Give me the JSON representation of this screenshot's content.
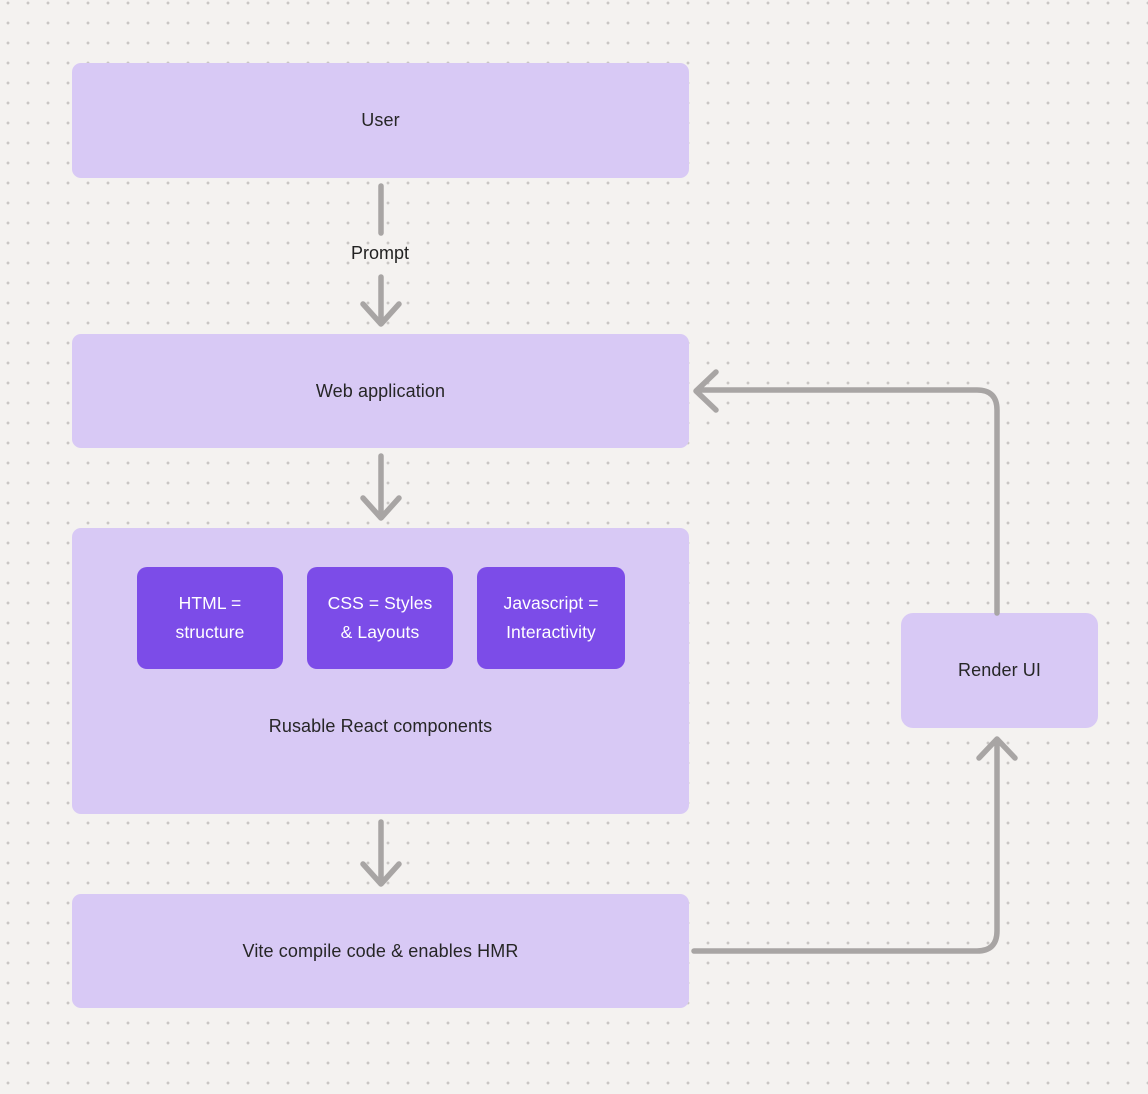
{
  "title": "React + Vite web application flow diagram",
  "colors": {
    "background": "#f4f2f0",
    "dot_grid": "#c9c6c4",
    "node_fill": "#d8c9f5",
    "accent_fill": "#7c4ce8",
    "accent_text": "#ffffff",
    "node_text": "#262626",
    "connector": "#a8a5a4"
  },
  "nodes": {
    "user": {
      "label": "User"
    },
    "web_application": {
      "label": "Web application"
    },
    "components_group": {
      "caption": "Rusable React components"
    },
    "html_box": {
      "line1": "HTML =",
      "line2": "structure"
    },
    "css_box": {
      "line1": "CSS = Styles",
      "line2": "& Layouts"
    },
    "js_box": {
      "line1": "Javascript =",
      "line2": "Interactivity"
    },
    "vite": {
      "label": "Vite compile code & enables HMR"
    },
    "render_ui": {
      "label": "Render UI"
    }
  },
  "edges": {
    "user_to_webapp": {
      "label": "Prompt",
      "from": "user",
      "to": "web_application"
    },
    "webapp_to_components": {
      "from": "web_application",
      "to": "components_group"
    },
    "components_to_vite": {
      "from": "components_group",
      "to": "vite"
    },
    "vite_to_render_ui": {
      "from": "vite",
      "to": "render_ui"
    },
    "render_ui_to_webapp": {
      "from": "render_ui",
      "to": "web_application"
    }
  }
}
